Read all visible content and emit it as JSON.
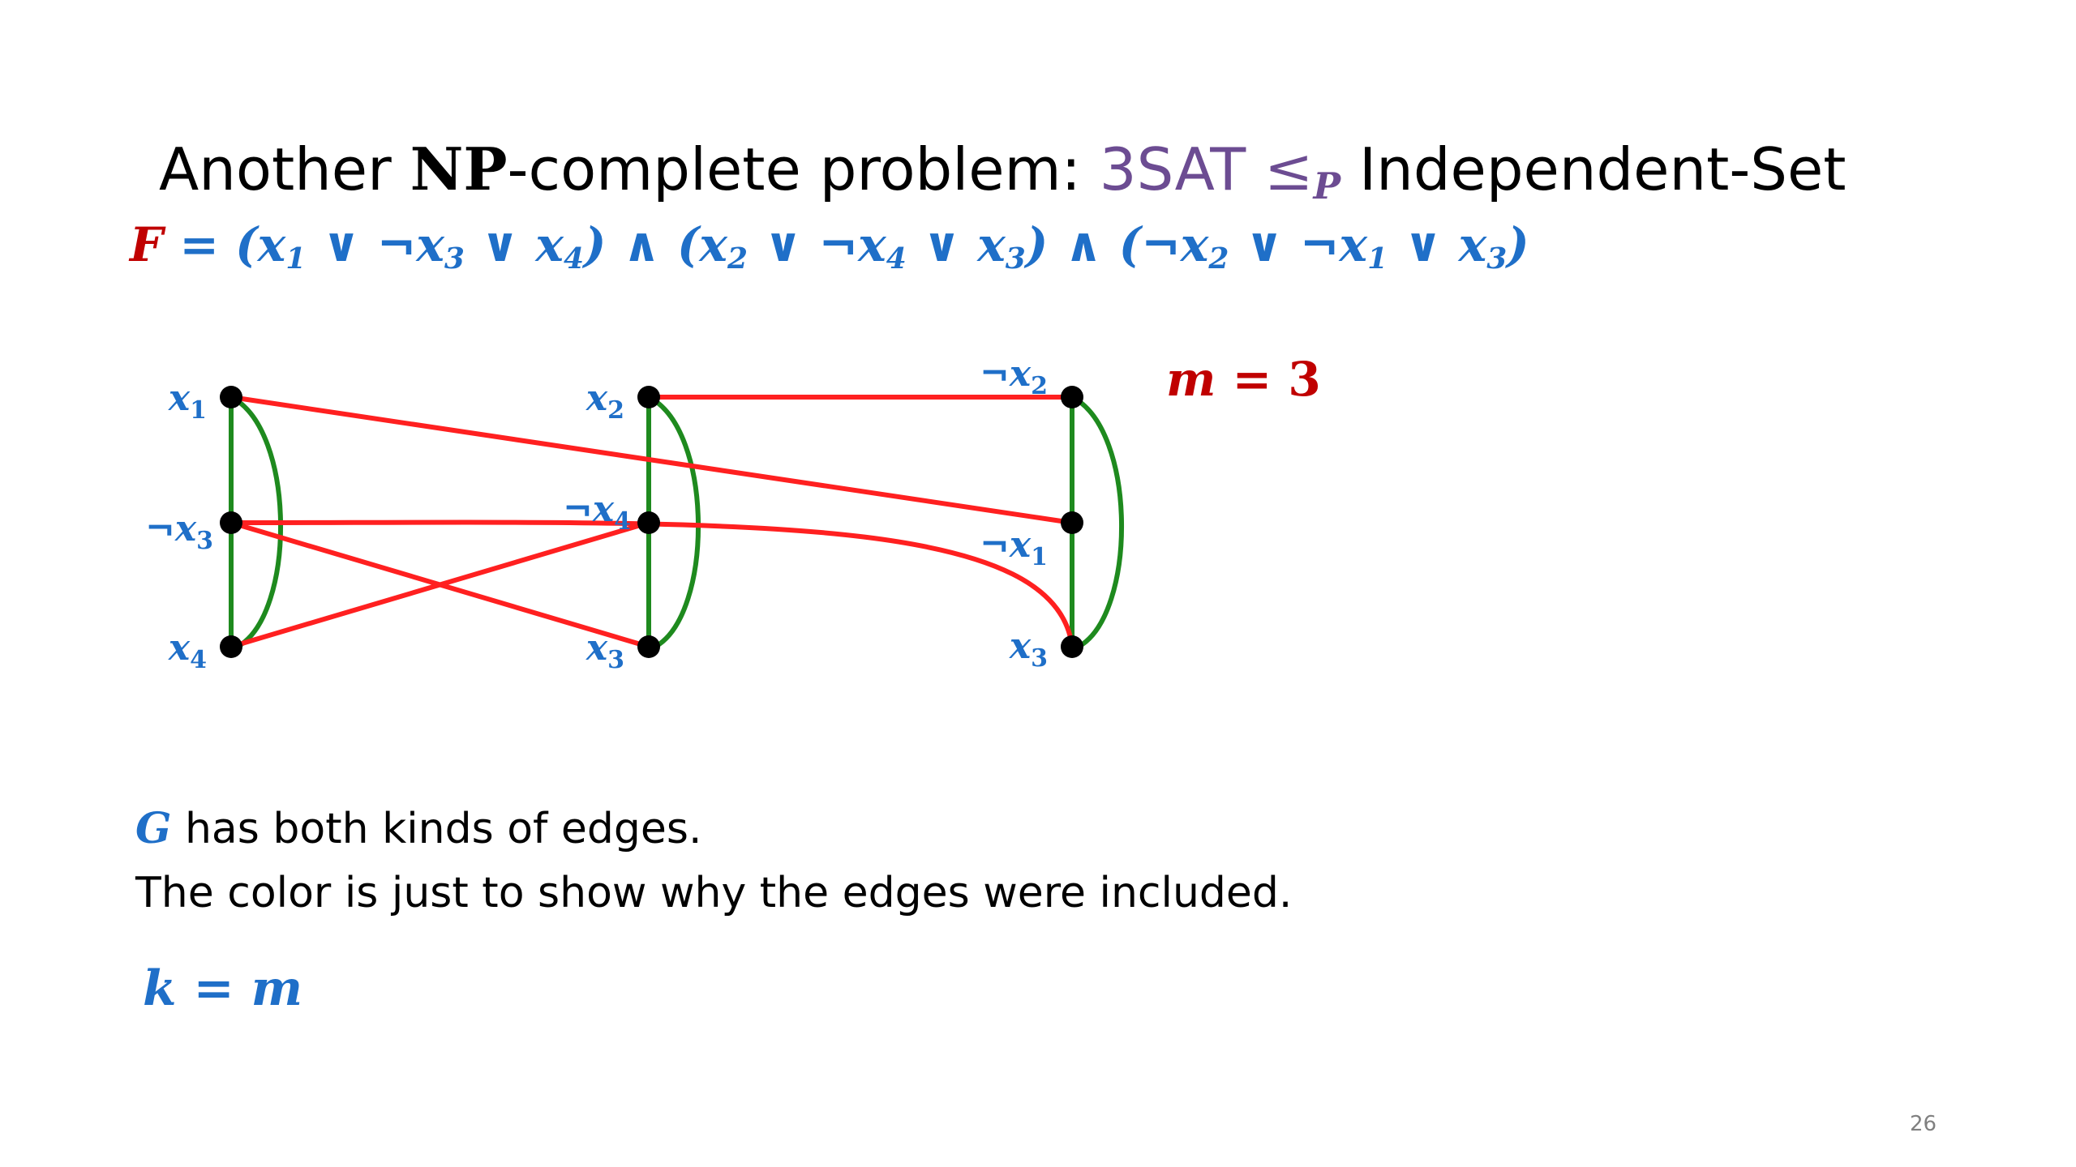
{
  "colors": {
    "purple": "#6c4c92",
    "blue": "#1f6fc8",
    "darkred": "#c00000",
    "red": "#ff2020",
    "green": "#1e8a1e",
    "black": "#000000",
    "gray": "#808080"
  },
  "title": {
    "prefix": "Another ",
    "np": "NP",
    "mid": "-complete problem: ",
    "reduction": "3SAT ",
    "leq": "≤",
    "p_sub": "P",
    "suffix": " Independent-Set"
  },
  "formula": {
    "lhs": "F",
    "eq": " = ",
    "c1": "(x",
    "c1s1": "1",
    "c1b": " ∨ ¬x",
    "c1s2": "3",
    "c1c": " ∨ x",
    "c1s3": "4",
    "c1d": ")",
    "and1": " ∧ ",
    "c2": "(x",
    "c2s1": "2",
    "c2b": " ∨ ¬x",
    "c2s2": "4",
    "c2c": " ∨ x",
    "c2s3": "3",
    "c2d": ")",
    "and2": " ∧ ",
    "c3": "(¬x",
    "c3s1": "2",
    "c3b": " ∨ ¬x",
    "c3s2": "1",
    "c3c": " ∨ x",
    "c3s3": "3",
    "c3d": ")"
  },
  "m_eq": {
    "lhs": "m",
    "eq": " = ",
    "rhs": "3"
  },
  "graph": {
    "nodes": [
      {
        "id": "a1",
        "label": "x",
        "sub": "1",
        "clause": 0,
        "row": 0
      },
      {
        "id": "a2",
        "label": "¬x",
        "sub": "3",
        "clause": 0,
        "row": 1
      },
      {
        "id": "a3",
        "label": "x",
        "sub": "4",
        "clause": 0,
        "row": 2
      },
      {
        "id": "b1",
        "label": "x",
        "sub": "2",
        "clause": 1,
        "row": 0
      },
      {
        "id": "b2",
        "label": "¬x",
        "sub": "4",
        "clause": 1,
        "row": 1
      },
      {
        "id": "b3",
        "label": "x",
        "sub": "3",
        "clause": 1,
        "row": 2
      },
      {
        "id": "c1",
        "label": "¬x",
        "sub": "2",
        "clause": 2,
        "row": 0
      },
      {
        "id": "c2",
        "label": "¬x",
        "sub": "1",
        "clause": 2,
        "row": 1
      },
      {
        "id": "c3",
        "label": "x",
        "sub": "3",
        "clause": 2,
        "row": 2
      }
    ],
    "clause_edges": [
      [
        "a1",
        "a2"
      ],
      [
        "a2",
        "a3"
      ],
      [
        "a1",
        "a3"
      ],
      [
        "b1",
        "b2"
      ],
      [
        "b2",
        "b3"
      ],
      [
        "b1",
        "b3"
      ],
      [
        "c1",
        "c2"
      ],
      [
        "c2",
        "c3"
      ],
      [
        "c1",
        "c3"
      ]
    ],
    "conflict_edges": [
      [
        "a1",
        "c2"
      ],
      [
        "b1",
        "c1"
      ],
      [
        "a2",
        "b3"
      ],
      [
        "a3",
        "b2"
      ],
      [
        "a2",
        "c3"
      ]
    ]
  },
  "text_g": {
    "g": "G",
    "rest": " has both kinds of edges."
  },
  "text_color": "The color is just to show why the edges were included.",
  "k_eq": {
    "lhs": "k",
    "eq": " = ",
    "rhs": "m"
  },
  "page_number": "26"
}
